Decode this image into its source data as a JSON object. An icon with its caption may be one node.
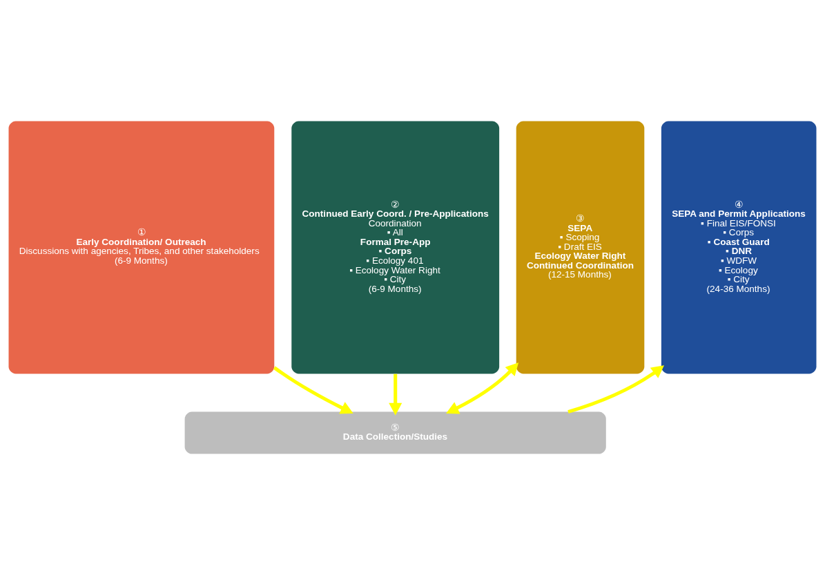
{
  "diagram": {
    "nodes": [
      {
        "text": [
          "①",
          "Early Coordination/ Outreach",
          "Discussions with agencies, Tribes, and other stakeholders",
          "(6-9 Months)"
        ]
      },
      {
        "text": [
          "②",
          "Continued Early Coord. / Pre-Applications",
          "Coordination",
          "▪ All",
          "Formal Pre-App",
          "▪ Corps",
          "▪ Ecology 401",
          "▪ Ecology Water Right",
          "▪ City",
          "(6-9 Months)"
        ]
      },
      {
        "text": [
          "③",
          "SEPA",
          "▪ Scoping",
          "▪ Draft EIS",
          "Ecology Water Right",
          "Continued Coordination",
          "(12-15 Months)"
        ]
      },
      {
        "text": [
          "④",
          "SEPA and Permit Applications",
          "▪ Final EIS/FONSI",
          "▪ Corps",
          "▪ Coast Guard",
          "▪ DNR",
          "▪ WDFW",
          "▪ Ecology",
          "▪ City",
          "(24-36 Months)"
        ]
      },
      {
        "text": [
          "⑤",
          "Data Collection/Studies"
        ]
      }
    ],
    "edges": [
      {
        "from": 0,
        "to": 4,
        "arrow": "to"
      },
      {
        "from": 1,
        "to": 4,
        "arrow": "to"
      },
      {
        "from": 2,
        "to": 4,
        "arrow": "both"
      },
      {
        "from": 4,
        "to": 3,
        "arrow": "to"
      }
    ]
  }
}
